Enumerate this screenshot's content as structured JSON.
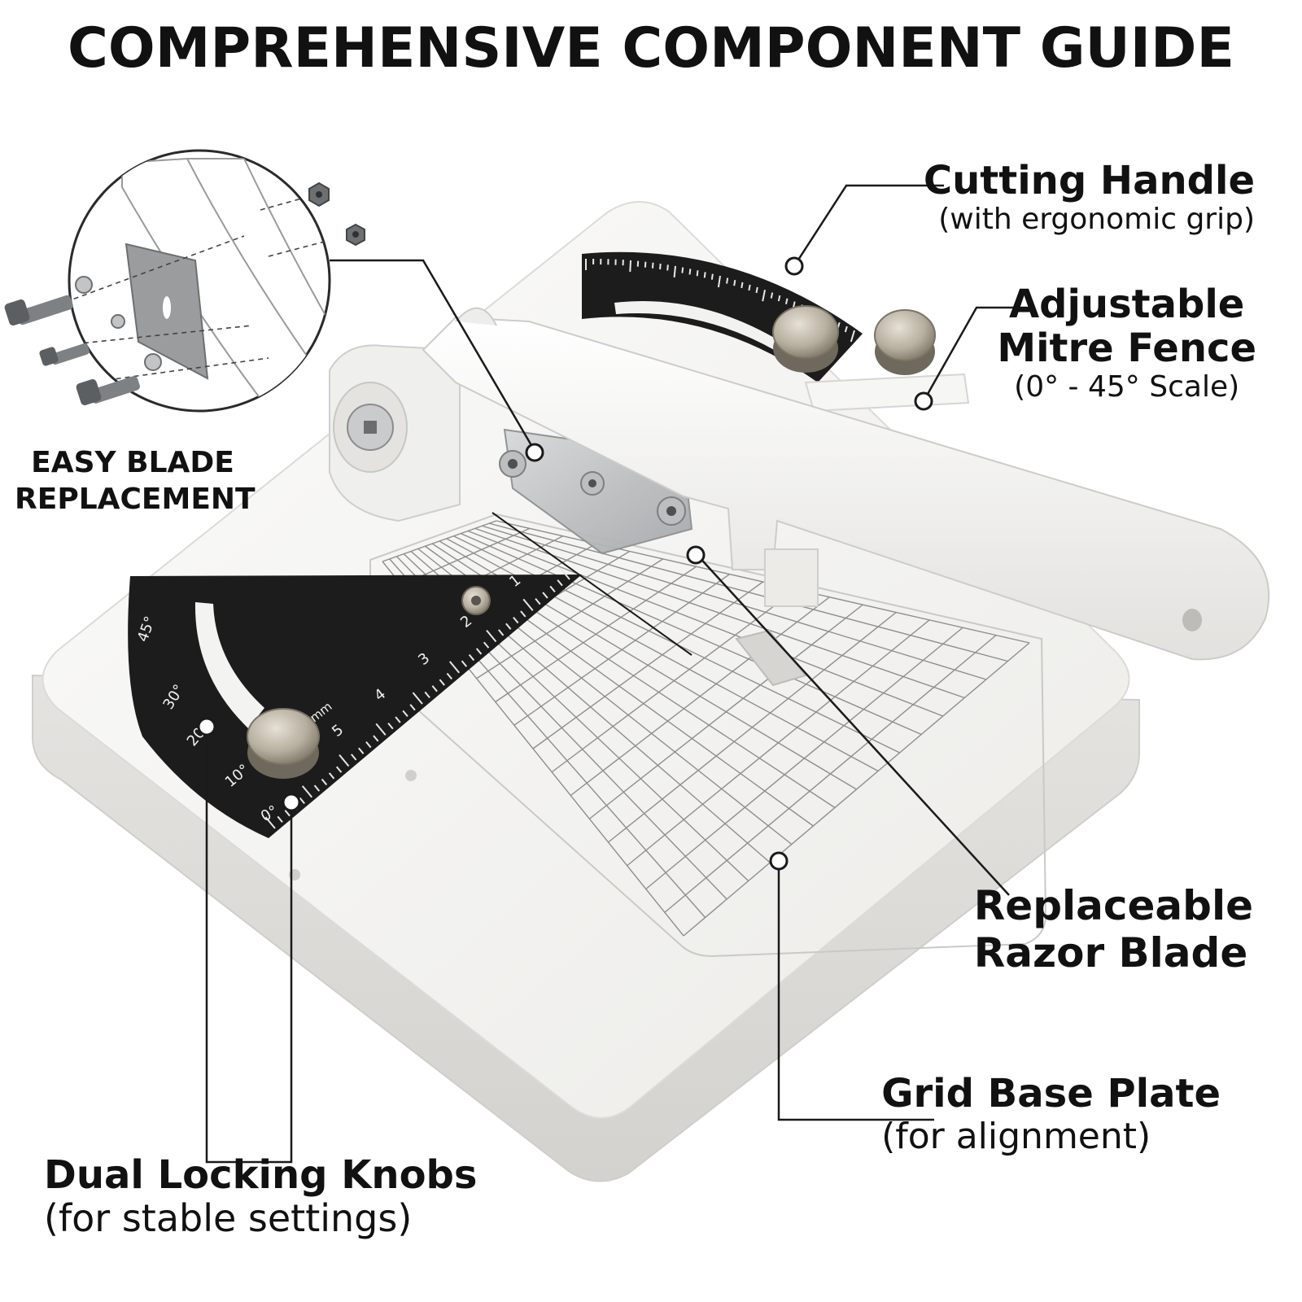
{
  "title": "COMPREHENSIVE COMPONENT GUIDE",
  "callouts": {
    "cutting_handle": {
      "label": "Cutting Handle",
      "note": "(with ergonomic grip)"
    },
    "mitre_fence": {
      "label_line1": "Adjustable",
      "label_line2": "Mitre Fence",
      "note": "(0° - 45° Scale)"
    },
    "blade_replacement": {
      "label_line1": "EASY BLADE",
      "label_line2": "REPLACEMENT"
    },
    "razor_blade": {
      "label_line1": "Replaceable",
      "label_line2": "Razor Blade"
    },
    "grid_plate": {
      "label": "Grid Base Plate",
      "note": "(for alignment)"
    },
    "locking_knobs": {
      "label": "Dual Locking Knobs",
      "note": "(for stable settings)"
    }
  },
  "fence_scale": {
    "angle_marks": [
      "45°",
      "30°",
      "20°",
      "10°",
      "0°"
    ],
    "ruler_marks": [
      "1",
      "2",
      "3",
      "4",
      "5"
    ],
    "unit": "mm"
  },
  "colors": {
    "text": "#111111",
    "base_plate": "#f4f4f2",
    "fence_plate": "#1c1c1c",
    "knob": "#b9b2a4",
    "blade": "#bfc1c2"
  }
}
